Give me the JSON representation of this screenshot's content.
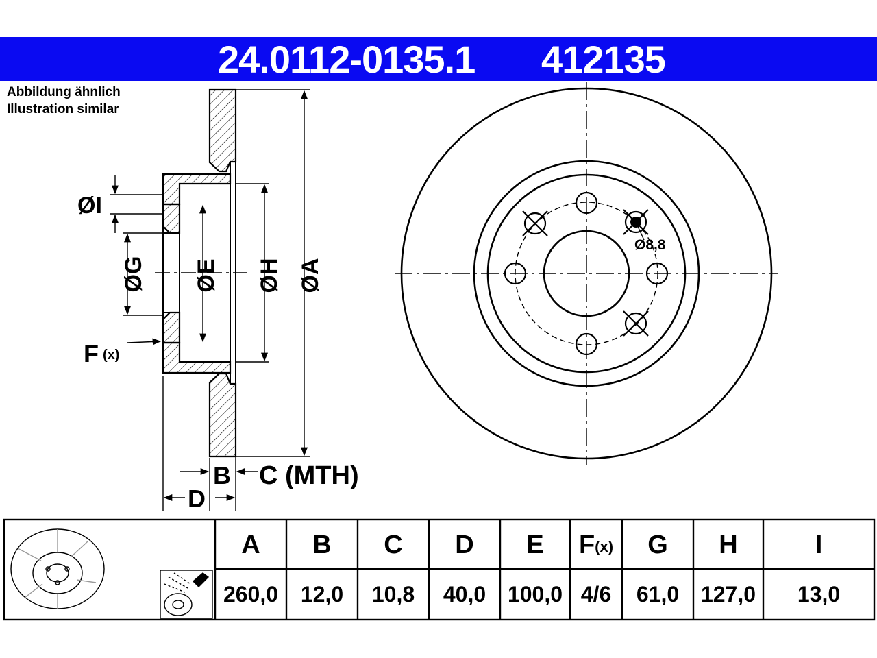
{
  "header": {
    "article_number": "24.0112-0135.1",
    "ref_number": "412135",
    "bg_color": "#0a0af2"
  },
  "caption": {
    "line1": "Abbildung ähnlich",
    "line2": "Illustration similar"
  },
  "drawing": {
    "labels": {
      "I": "ØI",
      "G": "ØG",
      "E": "ØE",
      "H": "ØH",
      "A": "ØA",
      "F": "F",
      "F_sub": "(x)",
      "B": "B",
      "C": "C (MTH)",
      "D": "D",
      "hole": "Ø8,8"
    }
  },
  "table": {
    "headers": [
      {
        "main": "A",
        "sub": ""
      },
      {
        "main": "B",
        "sub": ""
      },
      {
        "main": "C",
        "sub": ""
      },
      {
        "main": "D",
        "sub": ""
      },
      {
        "main": "E",
        "sub": ""
      },
      {
        "main": "F",
        "sub": "(x)"
      },
      {
        "main": "G",
        "sub": ""
      },
      {
        "main": "H",
        "sub": ""
      },
      {
        "main": "I",
        "sub": ""
      }
    ],
    "values": [
      "260,0",
      "12,0",
      "10,8",
      "40,0",
      "100,0",
      "4/6",
      "61,0",
      "127,0",
      "13,0"
    ]
  }
}
